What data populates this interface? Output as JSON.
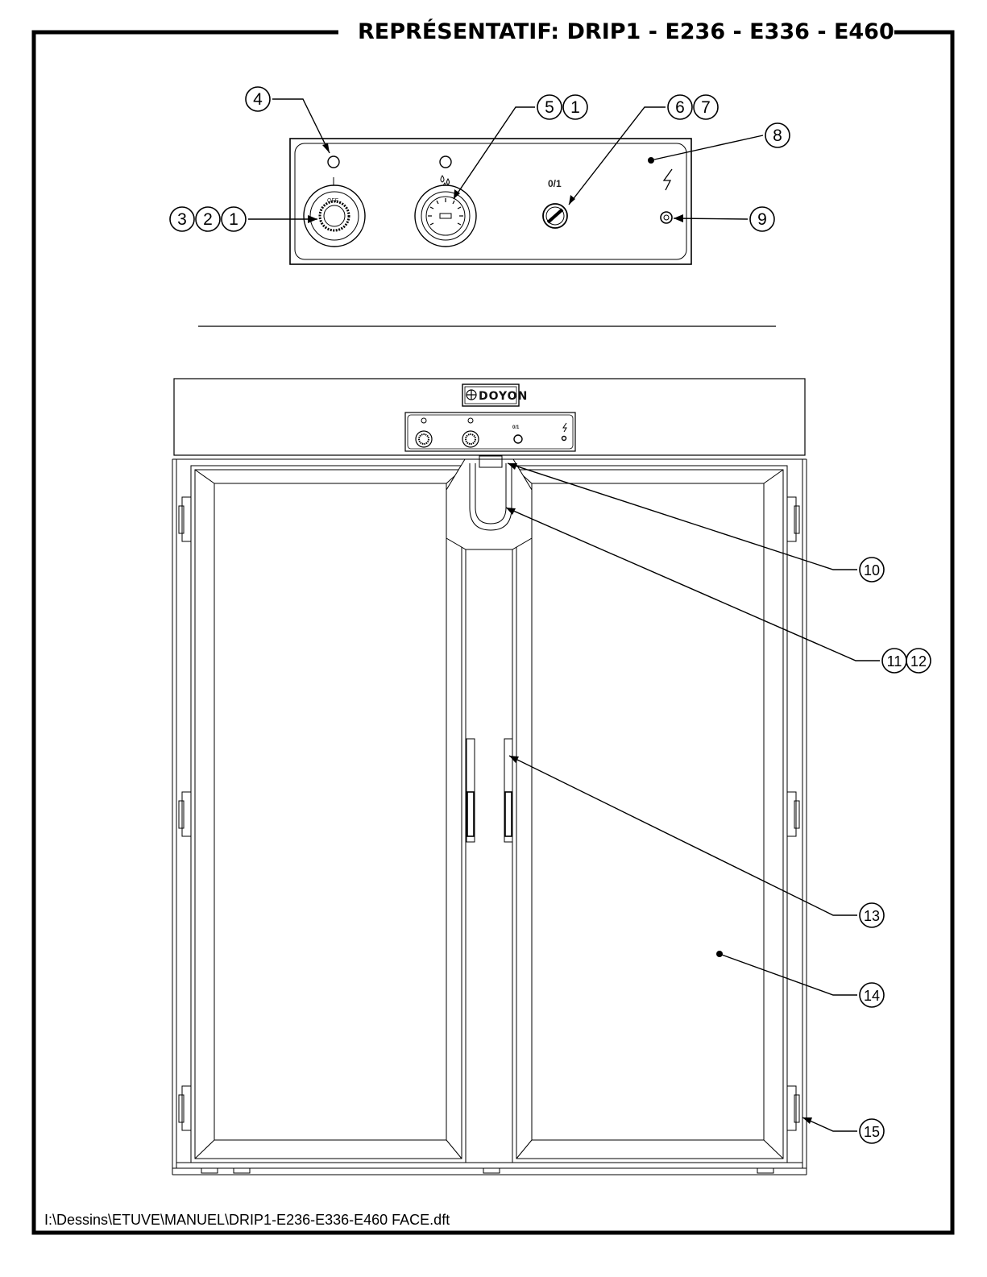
{
  "header": {
    "title": "REPRÉSENTATIF: DRIP1 - E236 - E336 - E460"
  },
  "control_panel": {
    "switch_label": "0/1",
    "dial_left_off_label": "OFF"
  },
  "machine": {
    "brand_logo": "DOYON",
    "mini_switch_label": "0/1"
  },
  "callouts": {
    "c1a": "1",
    "c2": "2",
    "c3": "3",
    "c4": "4",
    "c5": "5",
    "c1b": "1",
    "c6": "6",
    "c7": "7",
    "c8": "8",
    "c9": "9",
    "c10": "10",
    "c11": "11",
    "c12": "12",
    "c13": "13",
    "c14": "14",
    "c15": "15"
  },
  "footer": {
    "file_path": "I:\\Dessins\\ETUVE\\MANUEL\\DRIP1-E236-E336-E460 FACE.dft"
  },
  "icons": [
    "lightning-icon",
    "thermometer-icon",
    "humidity-icon",
    "brand-logo-icon"
  ]
}
